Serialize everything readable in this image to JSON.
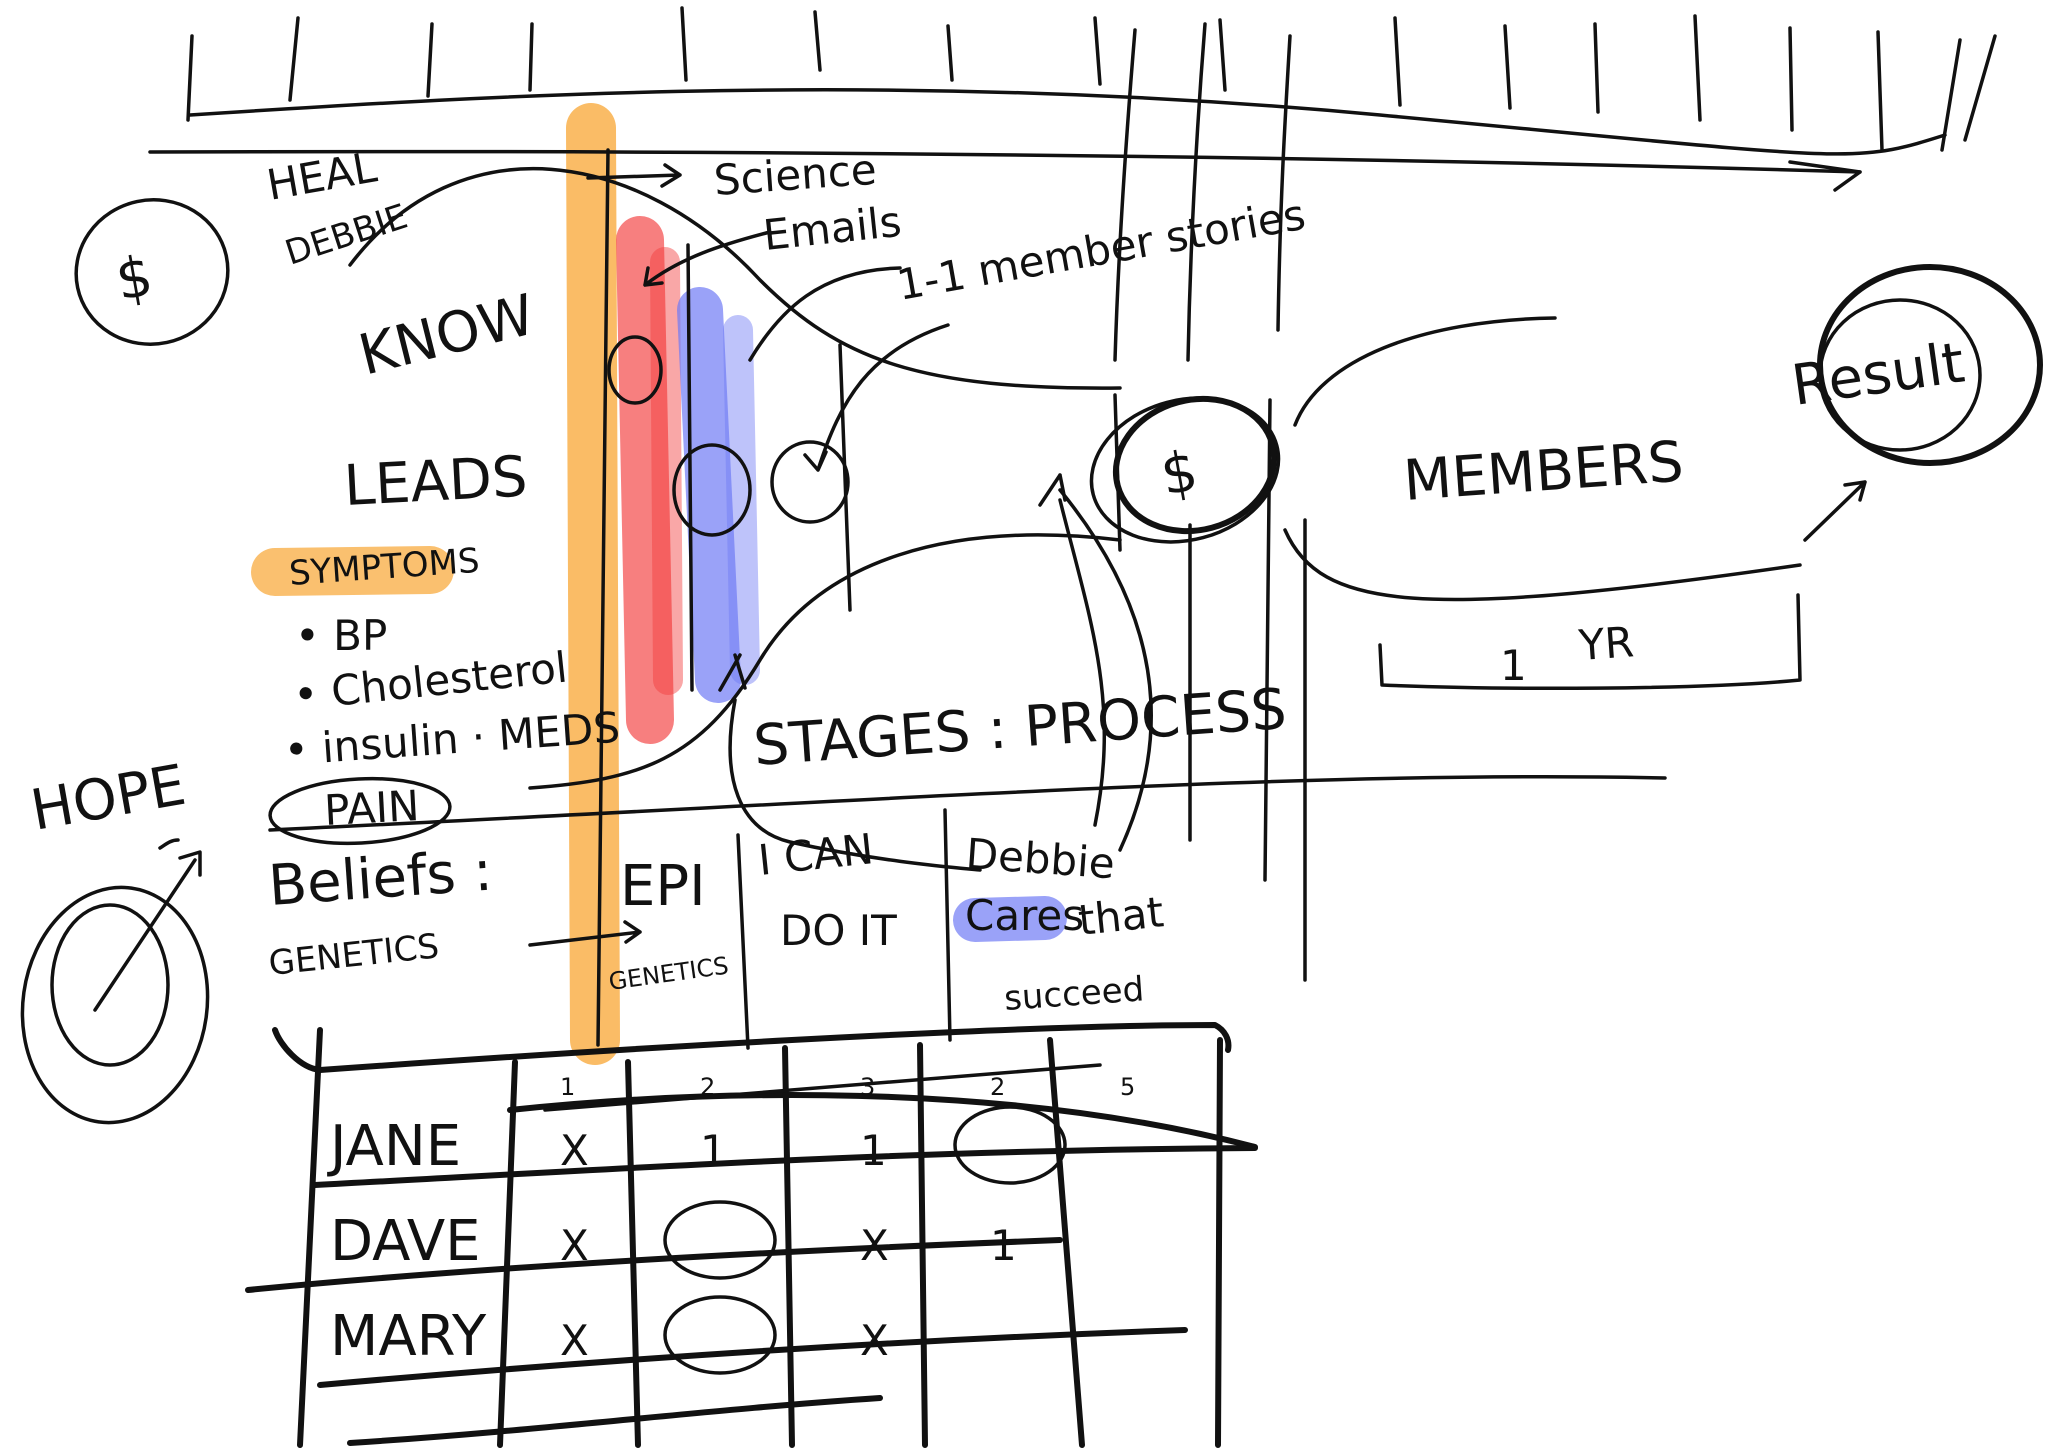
{
  "colors": {
    "ink": "#111111",
    "highlight_orange": "#f9b04b",
    "highlight_red": "#f23b3b",
    "highlight_blue": "#6f7af5",
    "background": "#ffffff"
  },
  "icons": {
    "dollar_left": "dollar-sign-icon",
    "dollar_center": "dollar-sign-icon",
    "hope_target": "target-icon"
  },
  "labels": {
    "heal": "HEAL",
    "debbie": "DEBBIE",
    "know": "KNOW",
    "leads": "LEADS",
    "symptoms": "SYMPTOMS",
    "bp": "• BP",
    "cholesterol": "• Cholesterol",
    "insulin": "• insulin · MEDS",
    "hope": "HOPE",
    "pain": "PAIN",
    "beliefs": "Beliefs :",
    "genetics_left": "GENETICS",
    "epi": "EPI",
    "genetics_epi": "GENETICS",
    "i_can": "I CAN",
    "do_it": "DO IT",
    "debbie_cares": "Debbie",
    "cares": "Cares",
    "that": "that",
    "succeed": "succeed",
    "science": "Science",
    "emails": "Emails",
    "one_to_one": "1-1 member stories",
    "stages_process": "STAGES : PROCESS",
    "dollar": "$",
    "members": "MEMBERS",
    "result": "Result",
    "yr": "YR",
    "yr_one": "1"
  },
  "grid": {
    "column_headers": [
      "1",
      "2",
      "3",
      "2",
      "5"
    ],
    "rows": [
      {
        "name": "JANE",
        "marks": [
          "X",
          "1",
          "1",
          "O",
          ""
        ]
      },
      {
        "name": "DAVE",
        "marks": [
          "X",
          "O",
          "X",
          "1",
          ""
        ]
      },
      {
        "name": "MARY",
        "marks": [
          "X",
          "O",
          "X",
          "",
          ""
        ]
      }
    ]
  }
}
